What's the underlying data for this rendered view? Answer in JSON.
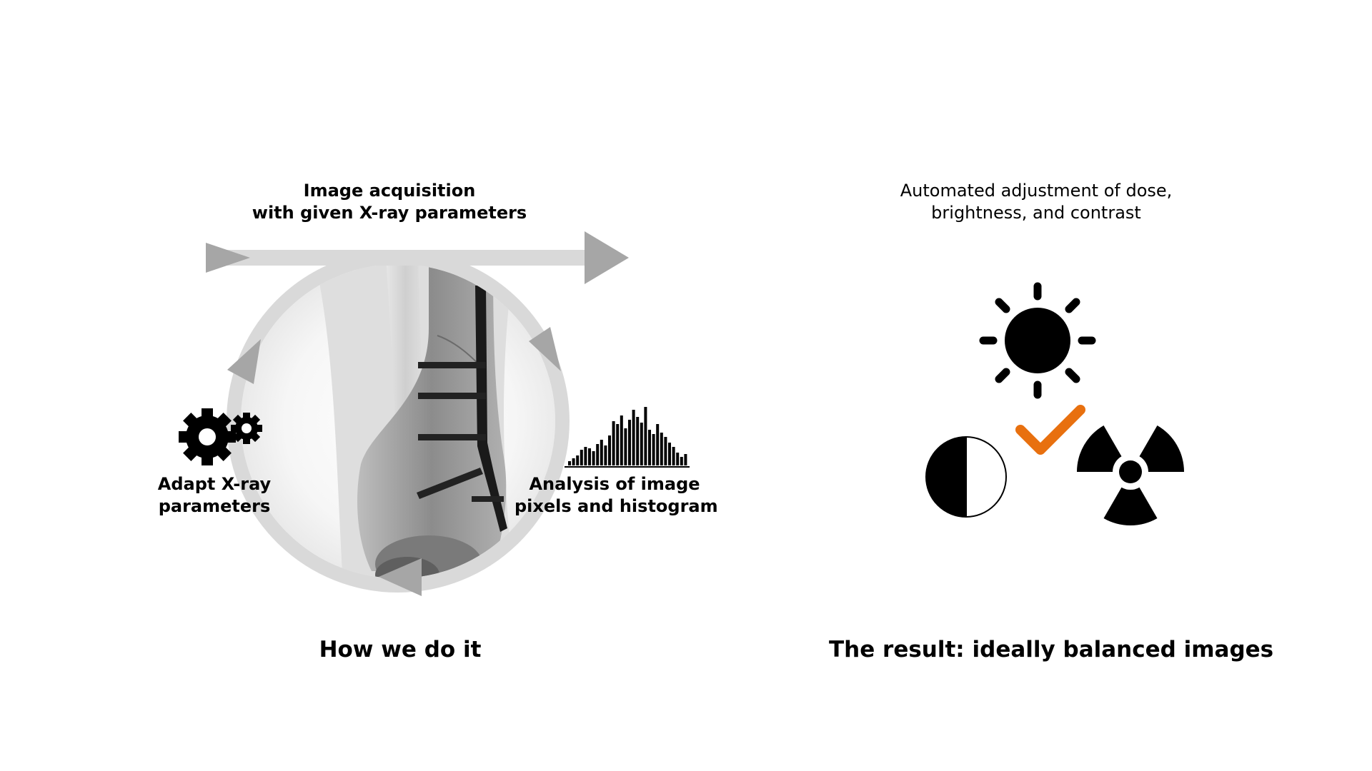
{
  "left_panel": {
    "acquisition_line1": "Image acquisition",
    "acquisition_line2": "with given X-ray parameters",
    "adapt_line1": "Adapt X-ray",
    "adapt_line2": "parameters",
    "analysis_line1": "Analysis of image",
    "analysis_line2": "pixels and histogram",
    "caption": "How we do it"
  },
  "right_panel": {
    "description_line1": "Automated adjustment of dose,",
    "description_line2": "brightness, and contrast",
    "caption": "The result: ideally balanced images"
  },
  "icons": {
    "gears": "gears-icon",
    "histogram": "histogram-icon",
    "brightness": "sun-icon",
    "contrast": "contrast-icon",
    "checkmark": "checkmark-icon",
    "dose": "radiation-icon"
  },
  "colors": {
    "accent": "#E8700F",
    "cycle_arrow": "#d9d9d9",
    "arrowhead": "#a6a6a6",
    "icon": "#000000"
  }
}
